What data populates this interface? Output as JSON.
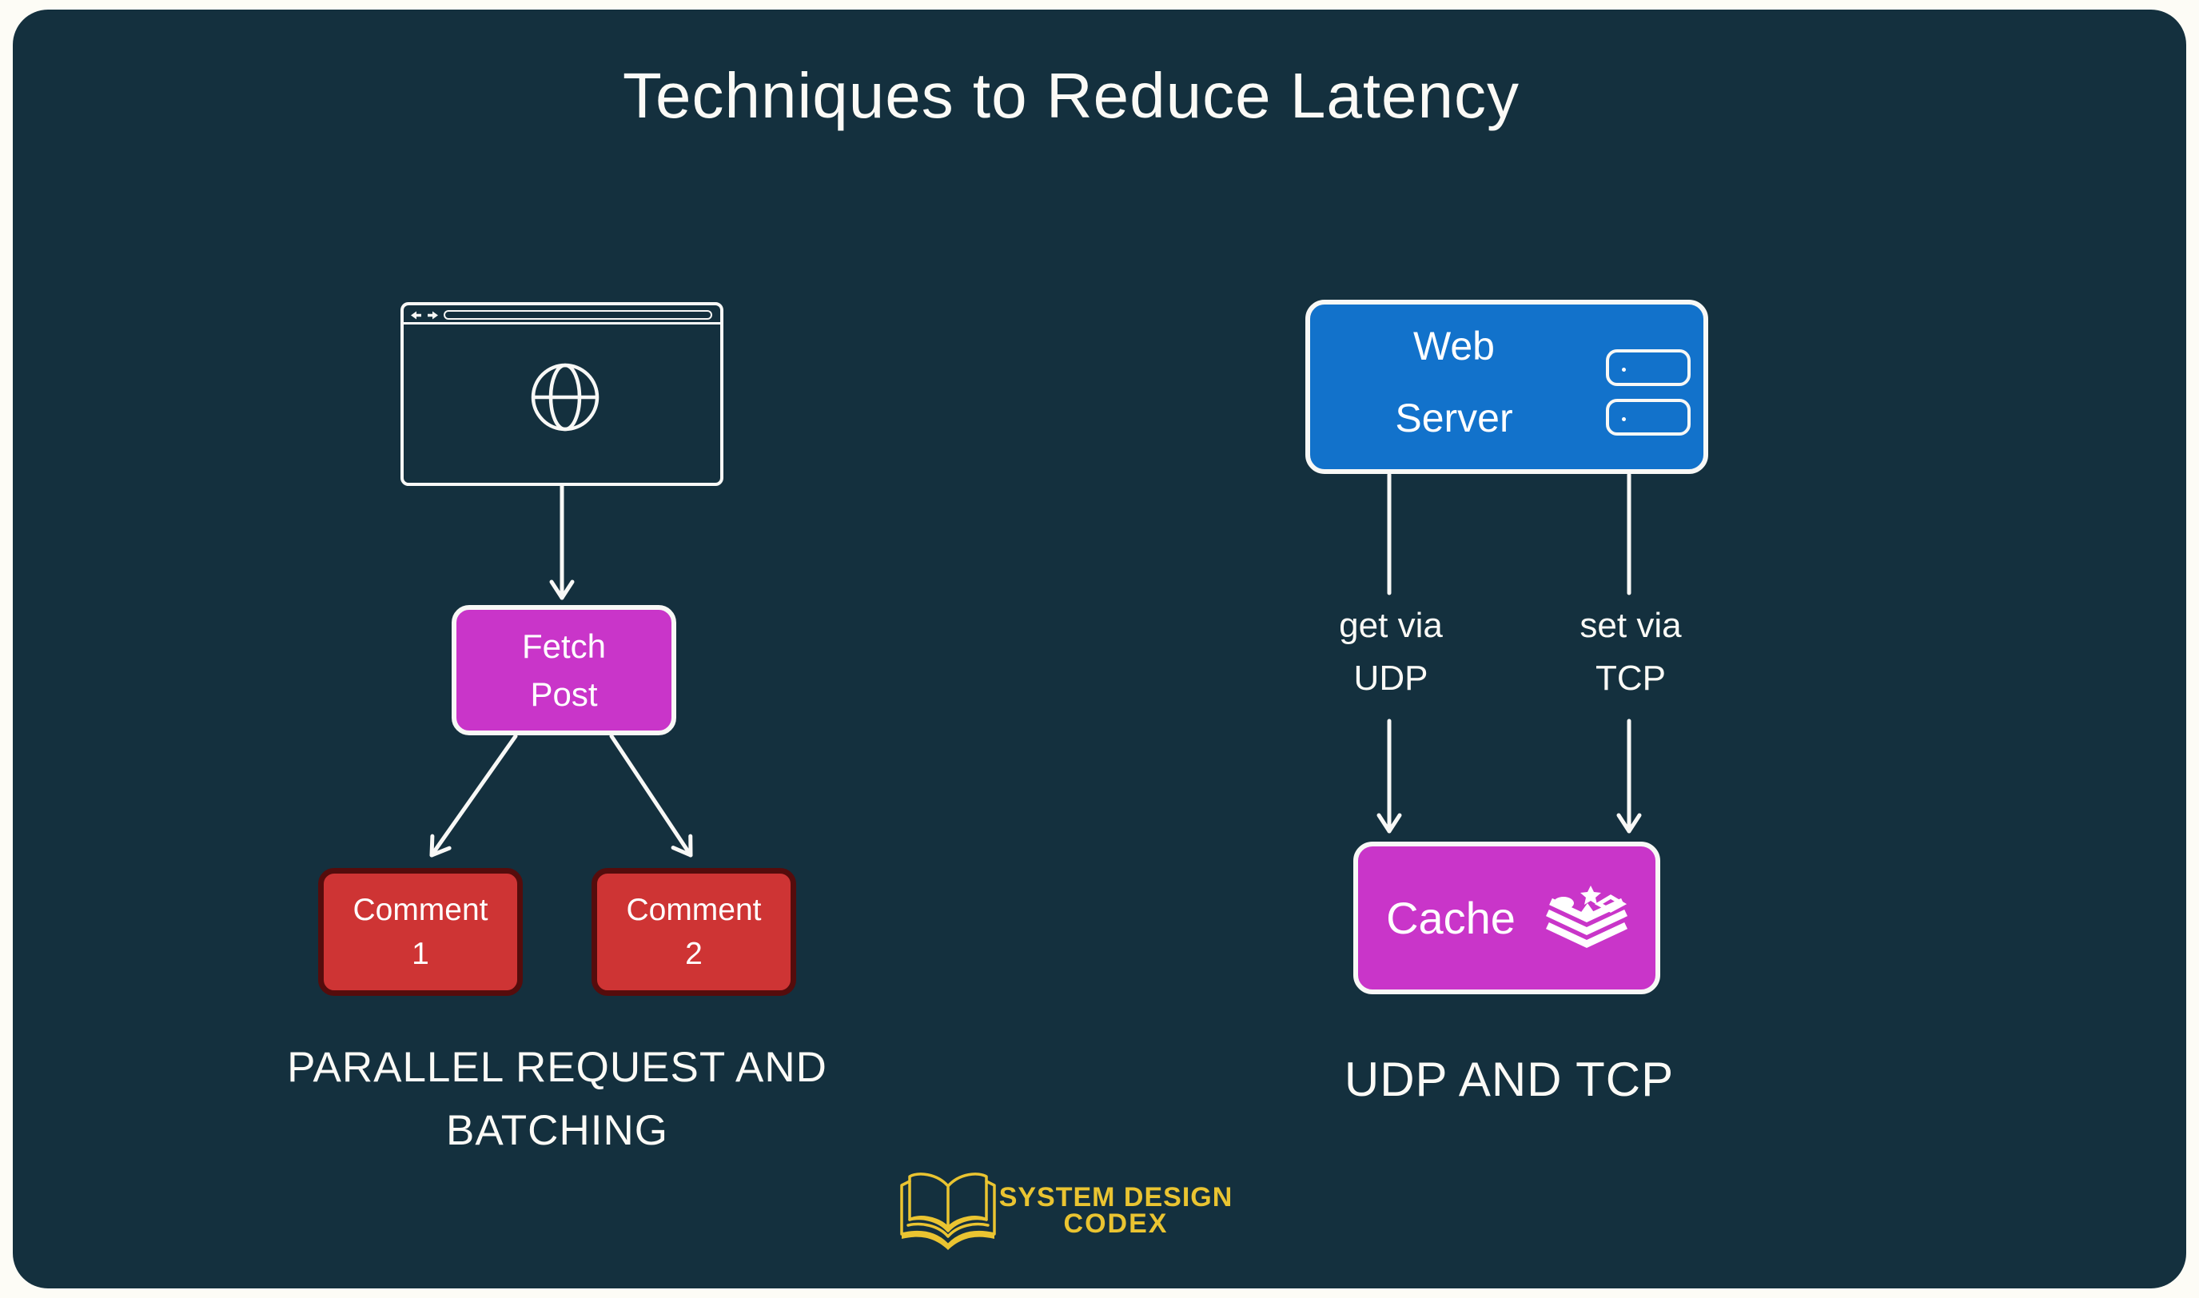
{
  "title": "Techniques to Reduce Latency",
  "left_flow": {
    "fetch_post_line1": "Fetch",
    "fetch_post_line2": "Post",
    "comment1_line1": "Comment",
    "comment1_line2": "1",
    "comment2_line1": "Comment",
    "comment2_line2": "2",
    "caption_line1": "PARALLEL REQUEST AND",
    "caption_line2": "BATCHING"
  },
  "right_flow": {
    "web_server_line1": "Web",
    "web_server_line2": "Server",
    "edge_get_line1": "get via",
    "edge_get_line2": "UDP",
    "edge_set_line1": "set via",
    "edge_set_line2": "TCP",
    "cache_label": "Cache",
    "caption": "UDP AND TCP"
  },
  "footer": {
    "brand_line1": "SYSTEM DESIGN",
    "brand_line2": "CODEX"
  },
  "icons": {
    "browser_window": "browser-window-icon",
    "globe": "globe-icon",
    "nav_arrows": "back-forward-arrows-icon",
    "server_slot": "server-slot-icon",
    "redis_stack": "redis-cache-icon",
    "open_book": "open-book-icon"
  },
  "colors": {
    "canvas_background": "#fdfcf6",
    "panel_background": "#14303e",
    "box_blue": "#1272cb",
    "box_magenta": "#c935c9",
    "box_red": "#ce3434",
    "box_red_border": "#550c0c",
    "brand_gold": "#eac431",
    "stroke_white": "#f8f8f6"
  }
}
